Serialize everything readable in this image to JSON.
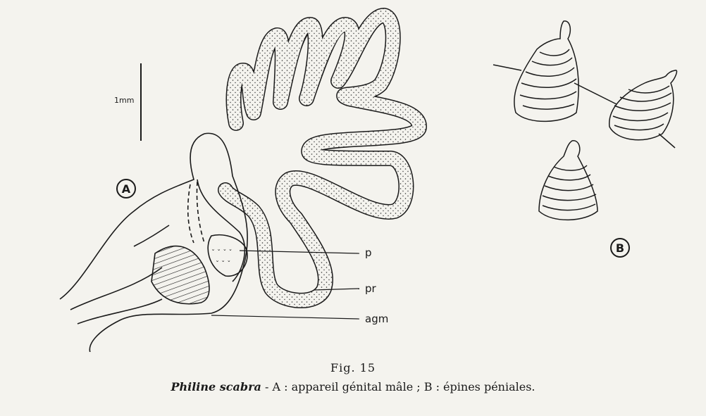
{
  "figure": {
    "scale_label": "1mm",
    "panel_a": "A",
    "panel_b": "B",
    "labels": {
      "p": "p",
      "pr": "pr",
      "agm": "agm"
    },
    "fig_number": "Fig. 15",
    "species": "Philine scabra",
    "caption_rest": " - A : appareil génital mâle ; B : épines péniales."
  },
  "colors": {
    "paper": "#f4f3ee",
    "ink": "#1a1a1a"
  }
}
